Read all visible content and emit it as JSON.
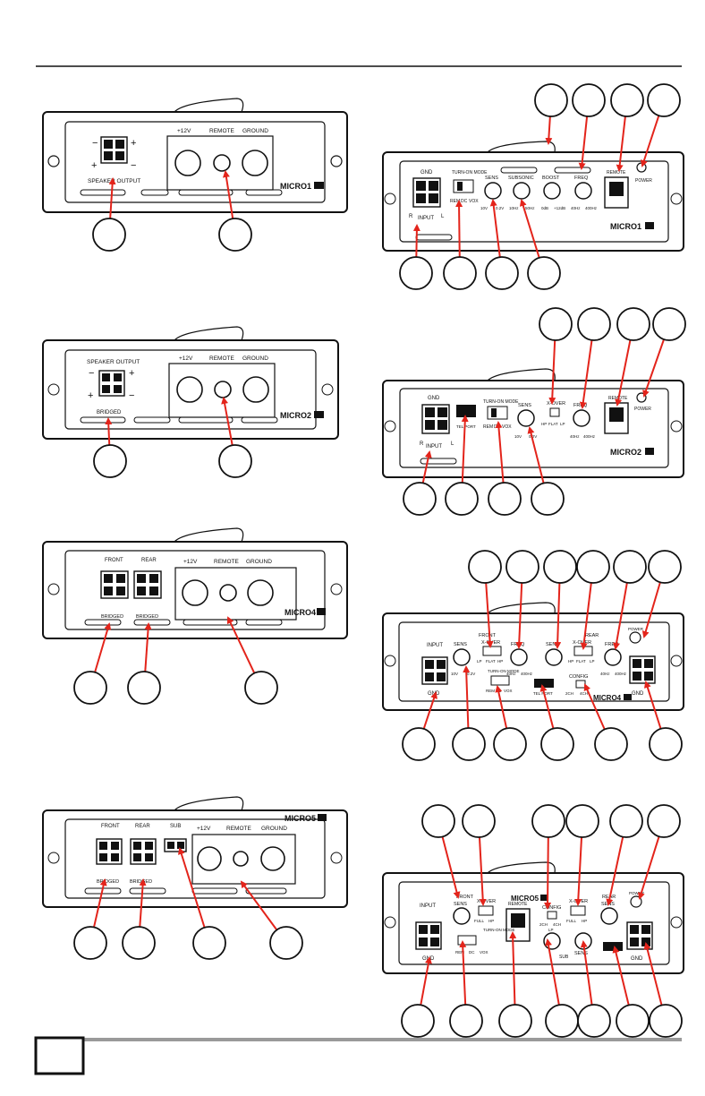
{
  "colors": {
    "arrow": "#e3241b",
    "ink": "#111111",
    "callout_fill": "#ffffff",
    "footer_bar": "#9a9a9a"
  },
  "footer": {
    "page_box_label": ""
  },
  "labels": {
    "plus12v": "+12V",
    "remote": "REMOTE",
    "ground": "GROUND",
    "speaker_output": "SPEAKER OUTPUT",
    "bridged": "BRIDGED",
    "front": "FRONT",
    "rear": "REAR",
    "sub": "SUB",
    "gnd": "GND",
    "input": "INPUT",
    "r": "R",
    "l": "L",
    "turn_on_mode": "TURN-ON MODE",
    "rem": "REM",
    "dc": "DC",
    "vox": "VOX",
    "sens": "SENS",
    "subsonic": "SUBSONIC",
    "boost": "BOOST",
    "freq": "FREQ",
    "xover": "X-OVER",
    "hp": "HP",
    "flat": "FLAT",
    "lp": "LP",
    "full": "FULL",
    "power": "POWER",
    "config": "CONFIG",
    "ch2": "2CH",
    "ch4": "4CH",
    "tel_port": "TEL PORT",
    "v10": "10V",
    "v02": "0.2V",
    "hz10": "10Hz",
    "hz50": "50Hz",
    "db0": "0dB",
    "db12": "+12dB",
    "hz40": "40Hz",
    "hz400": "400Hz"
  },
  "models": [
    {
      "rear_name": "MICRO1",
      "front_name": "MICRO1"
    },
    {
      "rear_name": "MICRO2",
      "front_name": "MICRO2"
    },
    {
      "rear_name": "MICRO4",
      "front_name": "MICRO4"
    },
    {
      "rear_name": "MICRO5",
      "front_name": "MICRO5"
    }
  ]
}
